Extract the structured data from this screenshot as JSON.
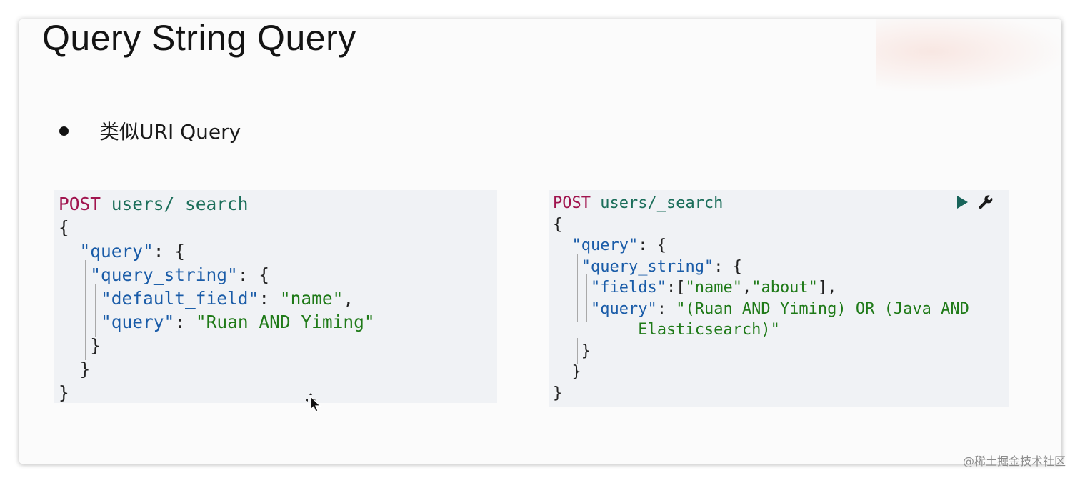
{
  "slide": {
    "title": "Query String Query",
    "bullet": "类似URI Query"
  },
  "left_code": {
    "method": "POST",
    "path": "users/_search",
    "open_brace": "{",
    "query_key": "\"query\"",
    "query_string_key": "\"query_string\"",
    "default_field_key": "\"default_field\"",
    "default_field_value": "\"name\"",
    "inner_query_key": "\"query\"",
    "inner_query_value": "\"Ruan AND Yiming\"",
    "close_brace": "}"
  },
  "right_code": {
    "method": "POST",
    "path": "users/_search",
    "open_brace": "{",
    "query_key": "\"query\"",
    "query_string_key": "\"query_string\"",
    "fields_key": "\"fields\"",
    "fields_value_1": "\"name\"",
    "fields_value_2": "\"about\"",
    "inner_query_key": "\"query\"",
    "inner_query_value_line1": "\"(Ruan AND Yiming) OR (Java AND",
    "inner_query_value_line2": "Elasticsearch)\"",
    "close_brace": "}"
  },
  "toolbar": {
    "run_icon": "play-icon",
    "settings_icon": "wrench-icon"
  },
  "watermark": "@稀土掘金技术社区",
  "colors": {
    "method": "#a0144e",
    "path": "#1b6e5a",
    "key": "#1a5ca8",
    "string": "#1f7a18",
    "panel_bg": "#f0f2f5"
  }
}
